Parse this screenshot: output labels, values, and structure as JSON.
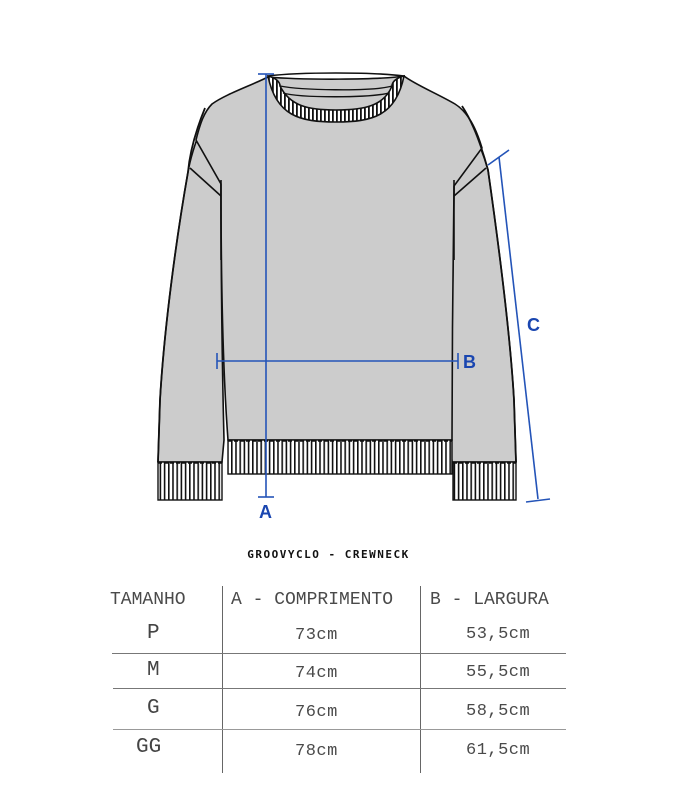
{
  "illustration": {
    "subject": "crewneck sweater",
    "fill_color": "#cccccc",
    "outline_color": "#111111",
    "measure_color": "#2454b8",
    "label_color": "#1a46b0",
    "labels": {
      "a": "A",
      "b": "B",
      "c": "C"
    }
  },
  "product": {
    "title": "GROOVYCLO - CREWNECK"
  },
  "table": {
    "headers": [
      "TAMANHO",
      "A - COMPRIMENTO",
      "B - LARGURA"
    ],
    "rows": [
      {
        "size": "P",
        "comprimento": "73cm",
        "largura": "53,5cm"
      },
      {
        "size": "M",
        "comprimento": "74cm",
        "largura": "55,5cm"
      },
      {
        "size": "G",
        "comprimento": "76cm",
        "largura": "58,5cm"
      },
      {
        "size": "GG",
        "comprimento": "78cm",
        "largura": "61,5cm"
      }
    ]
  }
}
